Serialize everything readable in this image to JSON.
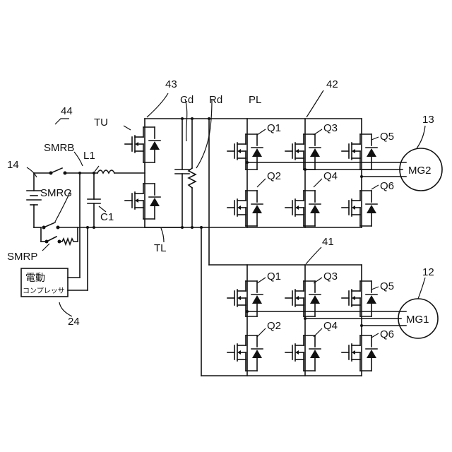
{
  "labels": {
    "ref44": "44",
    "smrb": "SMRB",
    "smrg": "SMRG",
    "smrp": "SMRP",
    "battery_ref": "14",
    "l1": "L1",
    "c1": "C1",
    "tu": "TU",
    "tl": "TL",
    "ref43": "43",
    "cd": "Cd",
    "rd": "Rd",
    "pl": "PL",
    "ref42": "42",
    "ref41": "41",
    "ref13": "13",
    "ref12": "12",
    "mg2": "MG2",
    "mg1": "MG1",
    "ref24": "24",
    "compressor_line1": "電動",
    "compressor_line2": "コンプレッサ",
    "q1": "Q1",
    "q2": "Q2",
    "q3": "Q3",
    "q4": "Q4",
    "q5": "Q5",
    "q6": "Q6"
  }
}
